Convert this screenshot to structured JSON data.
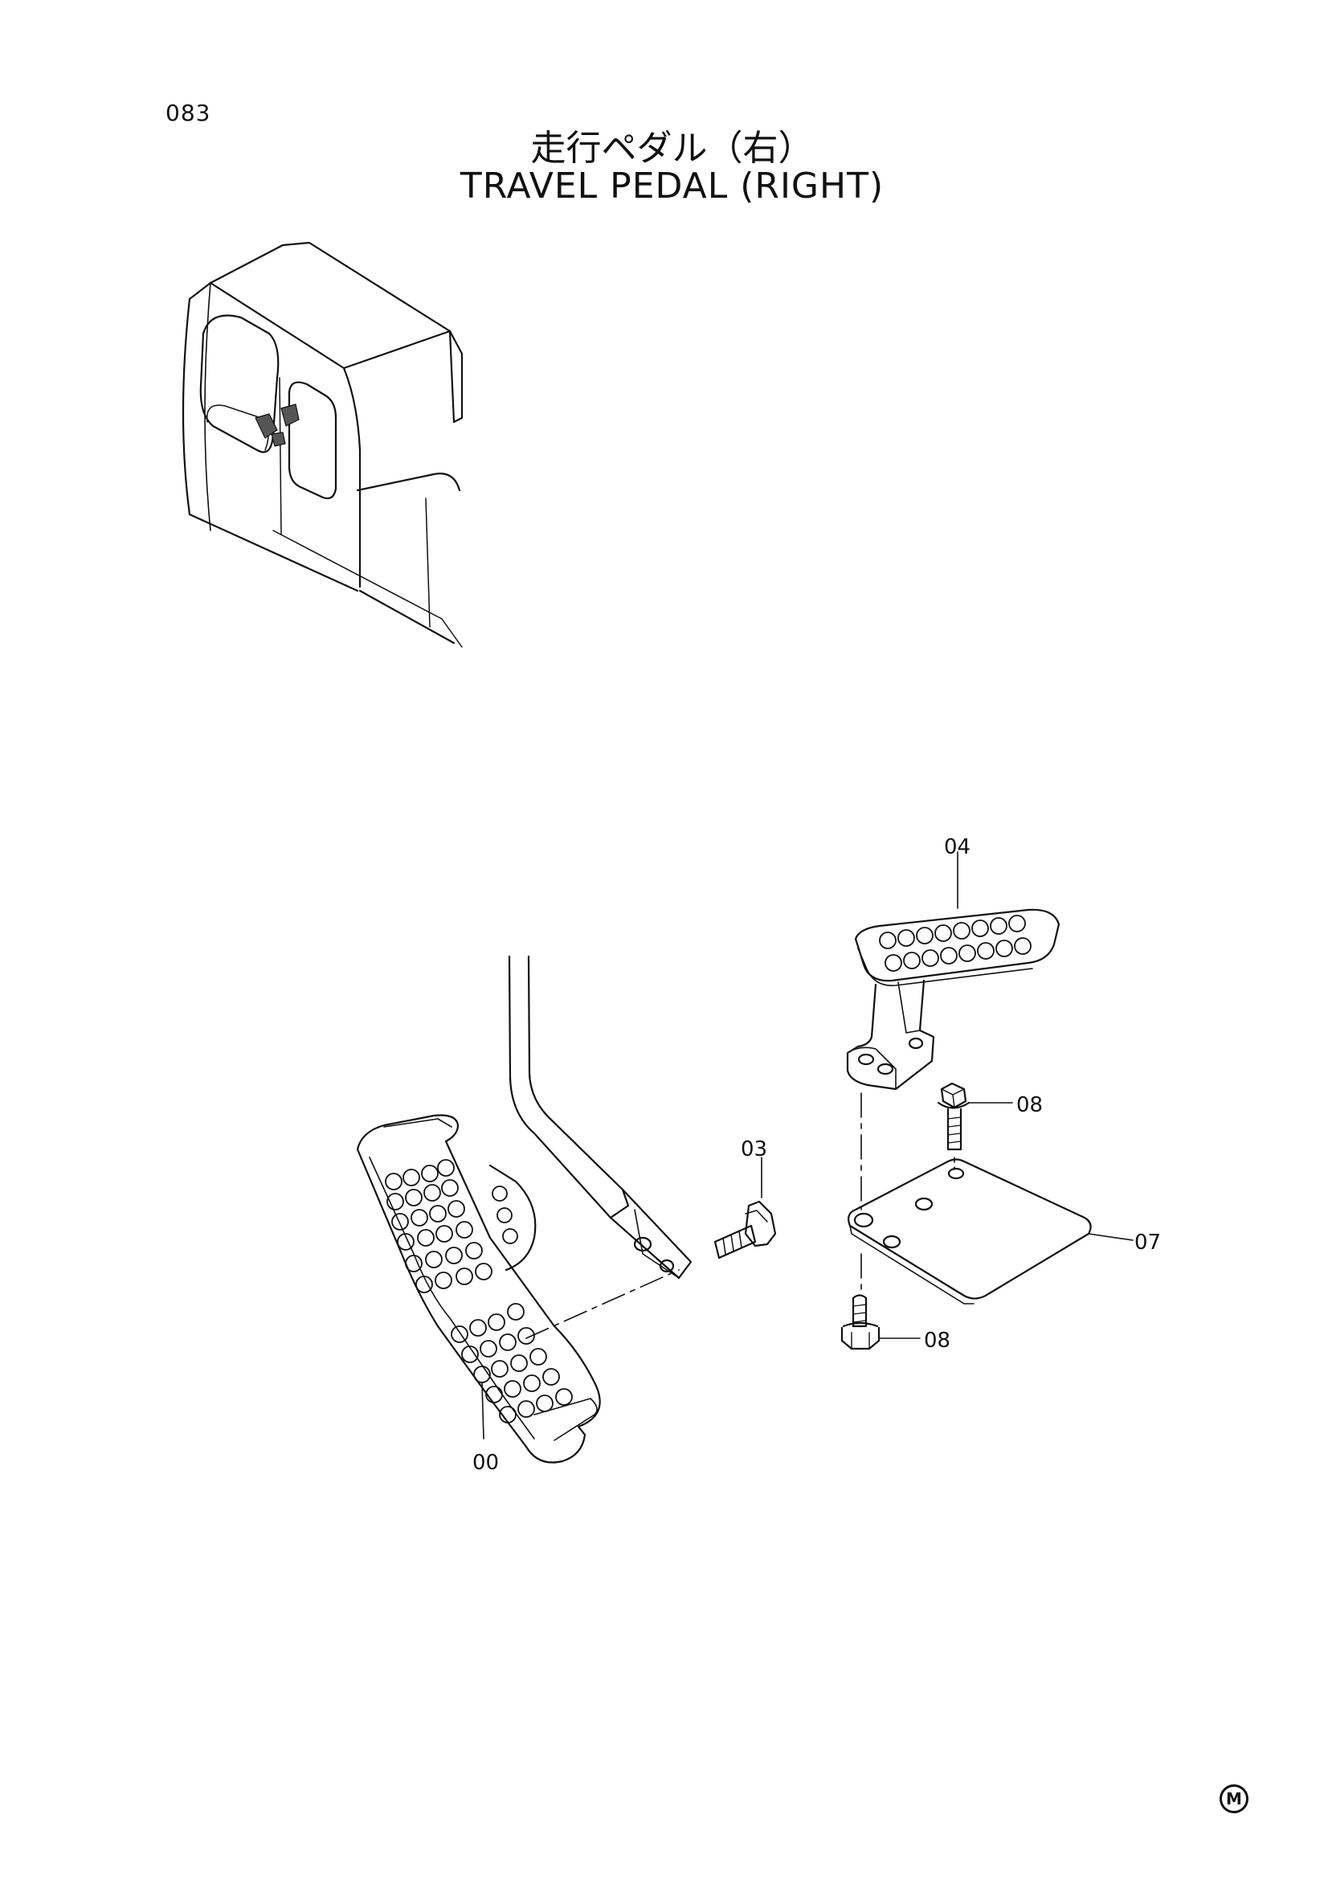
{
  "header": {
    "page_number": "083",
    "title_jp": "走行ペダル（右）",
    "title_en": "TRAVEL PEDAL (RIGHT)"
  },
  "callouts": [
    {
      "id": "p04",
      "text": "04"
    },
    {
      "id": "p03",
      "text": "03"
    },
    {
      "id": "p08a",
      "text": "08"
    },
    {
      "id": "p07",
      "text": "07"
    },
    {
      "id": "p08b",
      "text": "08"
    },
    {
      "id": "p00",
      "text": "00"
    }
  ],
  "footer": {
    "mark": "M"
  }
}
